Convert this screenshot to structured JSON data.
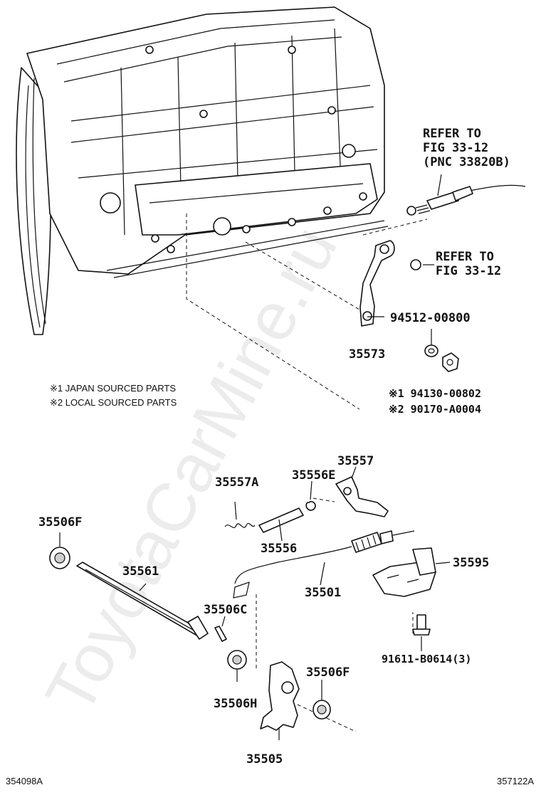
{
  "watermark": "ToyotaCarMine.ru",
  "refs": {
    "cable_ref_line1": "REFER TO",
    "cable_ref_line2": "FIG 33-12",
    "cable_ref_line3": "(PNC 33820B)",
    "nut_ref_line1": "REFER TO",
    "nut_ref_line2": "FIG 33-12"
  },
  "notes": {
    "note1": "※1  JAPAN SOURCED PARTS",
    "note2": "※2  LOCAL SOURCED PARTS"
  },
  "parts": {
    "p94512": "94512-00800",
    "p35573": "35573",
    "p94130": "※1 94130-00802",
    "p90170": "※2 90170-A0004",
    "p35557": "35557",
    "p35556E": "35556E",
    "p35557A": "35557A",
    "p35556": "35556",
    "p35506F_top": "35506F",
    "p35561": "35561",
    "p35595": "35595",
    "p35501": "35501",
    "p35506C": "35506C",
    "p91611": "91611-B0614(3)",
    "p35506F_bottom": "35506F",
    "p35506H": "35506H",
    "p35505": "35505"
  },
  "footer": {
    "left_code": "354098A",
    "right_code": "357122A"
  }
}
